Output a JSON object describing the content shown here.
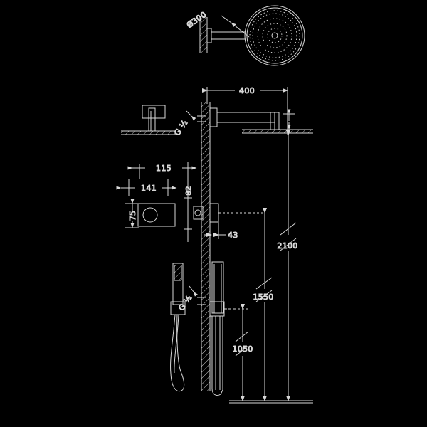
{
  "drawing": {
    "title": "Shower column installation drawing",
    "type": "technical-dimension-drawing",
    "units": "mm",
    "background_color": "#000000",
    "line_color": "#d8d8d8"
  },
  "dimensions": {
    "head_diameter": "Ø300",
    "arm_projection": "400",
    "valve_plate_width": "115",
    "valve_plate_inner": "141",
    "valve_plate_height": "75",
    "outlet_offset": "82",
    "wall_projection": "43",
    "overhead_height": "2100",
    "valve_height": "1550",
    "outlet_height": "1050"
  },
  "labels": {
    "thread_top": "G ½",
    "thread_bottom": "G ½"
  },
  "components": {
    "rain_head": "overhead-rain-shower-head",
    "wall_arm": "wall-mounted-shower-arm",
    "thermostatic_valve": "concealed-thermostatic-valve",
    "hand_shower": "hand-shower-with-hose",
    "wall_outlet": "wall-outlet-elbow",
    "wall": "hatched-wall-section",
    "floor": "floor-baseline"
  }
}
